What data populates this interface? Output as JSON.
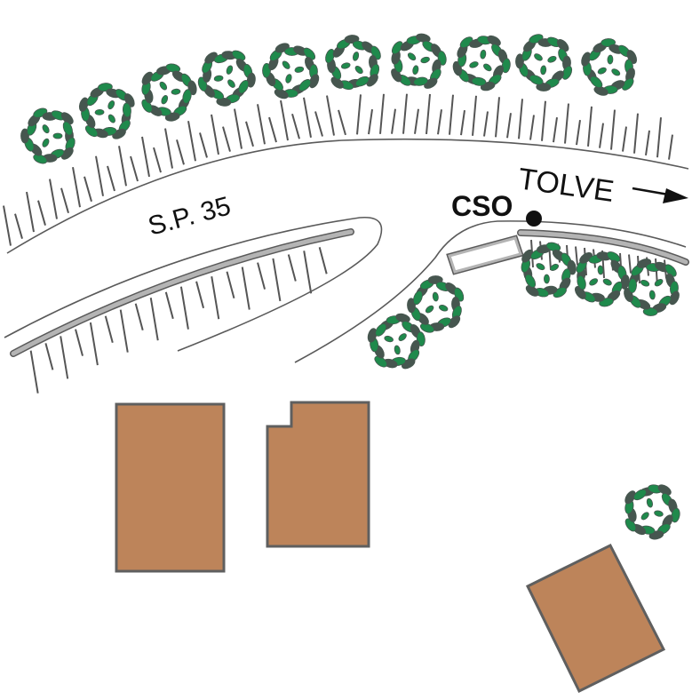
{
  "labels": {
    "road_name": "S.P. 35",
    "direction": "TOLVE",
    "site": "CSO"
  },
  "colors": {
    "building_fill": "#bd845a",
    "building_stroke": "#5f5f5f",
    "tree_fill": "#1f8a4c",
    "tree_stroke": "#46564f",
    "wall": "#b4b4b4"
  },
  "icons": {
    "direction_arrow": "arrow-right-icon",
    "site_marker": "dot-marker-icon",
    "tree": "tree-icon"
  }
}
